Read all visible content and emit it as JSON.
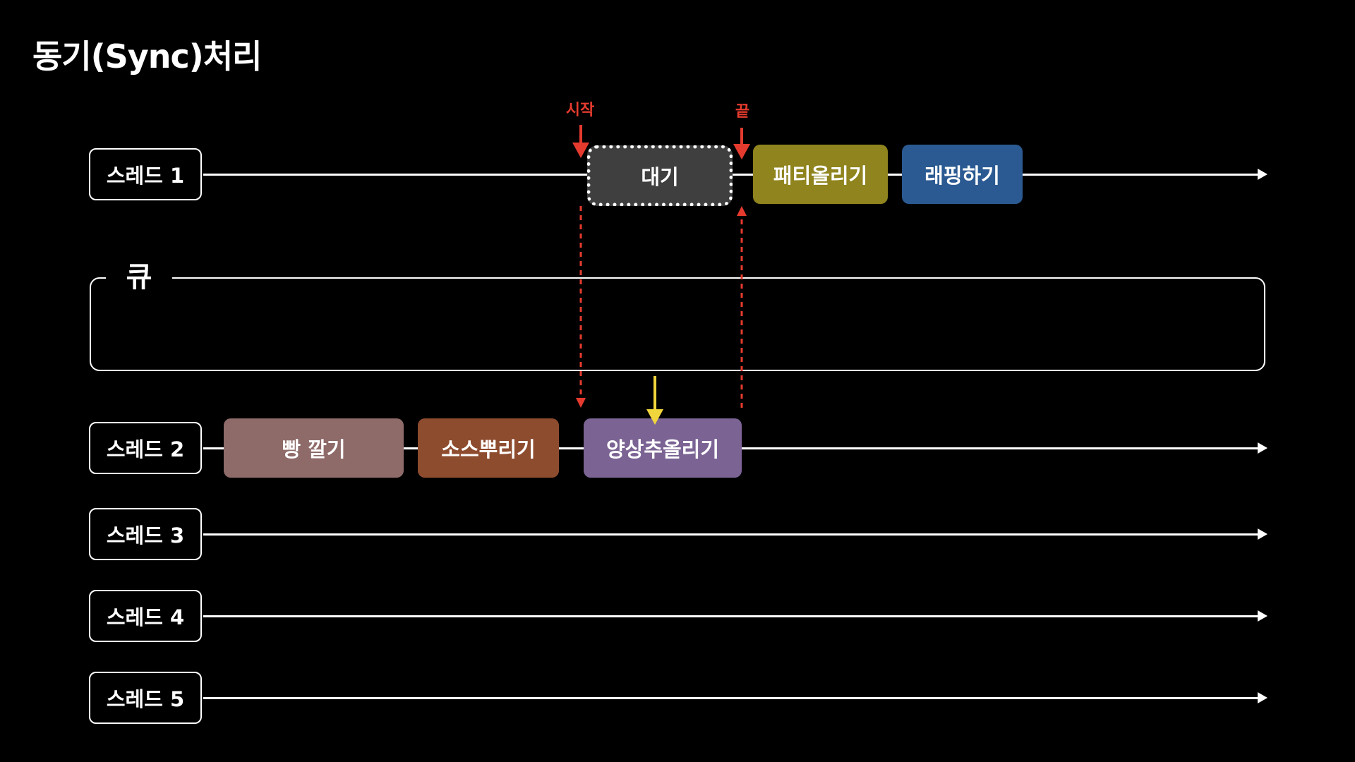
{
  "title": "동기(Sync)처리",
  "threads": [
    {
      "label": "스레드 1"
    },
    {
      "label": "스레드 2"
    },
    {
      "label": "스레드 3"
    },
    {
      "label": "스레드 4"
    },
    {
      "label": "스레드 5"
    }
  ],
  "queue_label": "큐",
  "markers": {
    "start": "시작",
    "end": "끝"
  },
  "thread1_tasks": {
    "wait": "대기",
    "patty": "패티올리기",
    "wrap": "래핑하기"
  },
  "thread2_tasks": {
    "bread": "빵 깔기",
    "sauce": "소스뿌리기",
    "veg": "양상추올리기"
  },
  "colors": {
    "background": "#000000",
    "wait": "#3f3f3f",
    "patty": "#8f841e",
    "wrap": "#2b5a92",
    "bread": "#8e6a69",
    "sauce": "#8e4c2f",
    "veg": "#7b6494",
    "signal_red": "#e53b2e",
    "pointer_yellow": "#f0d53c"
  }
}
